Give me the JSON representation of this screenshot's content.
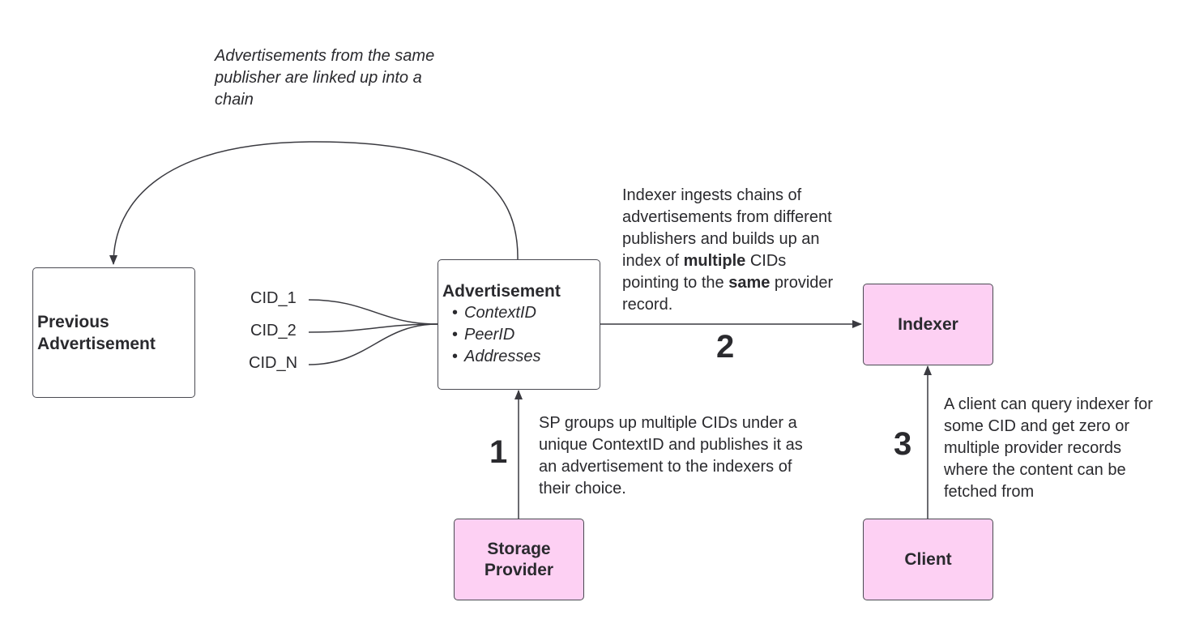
{
  "chain_note": "Advertisements from the same publisher are linked up into a chain",
  "nodes": {
    "previous_ad": "Previous Advertisement",
    "advertisement": {
      "title": "Advertisement",
      "fields": [
        "ContextID",
        "PeerID",
        "Addresses"
      ]
    },
    "indexer": "Indexer",
    "storage_provider": "Storage Provider",
    "client": "Client"
  },
  "cids": [
    "CID_1",
    "CID_2",
    "CID_N"
  ],
  "steps": {
    "step1": {
      "number": "1",
      "text": "SP groups up multiple CIDs under a unique ContextID and publishes it as an advertisement to the indexers of their choice."
    },
    "step2": {
      "number": "2",
      "text_a": "Indexer ingests chains of advertisements from different publishers and builds up an index of ",
      "bold_a": "multiple",
      "text_b": " CIDs pointing to the ",
      "bold_b": "same",
      "text_c": " provider record."
    },
    "step3": {
      "number": "3",
      "text": "A client can query indexer for some CID and get zero or multiple provider records where the content can be fetched from"
    }
  },
  "colors": {
    "node_fill": "#fdd0f3",
    "stroke": "#4a4a52",
    "text": "#2a2a2e"
  }
}
